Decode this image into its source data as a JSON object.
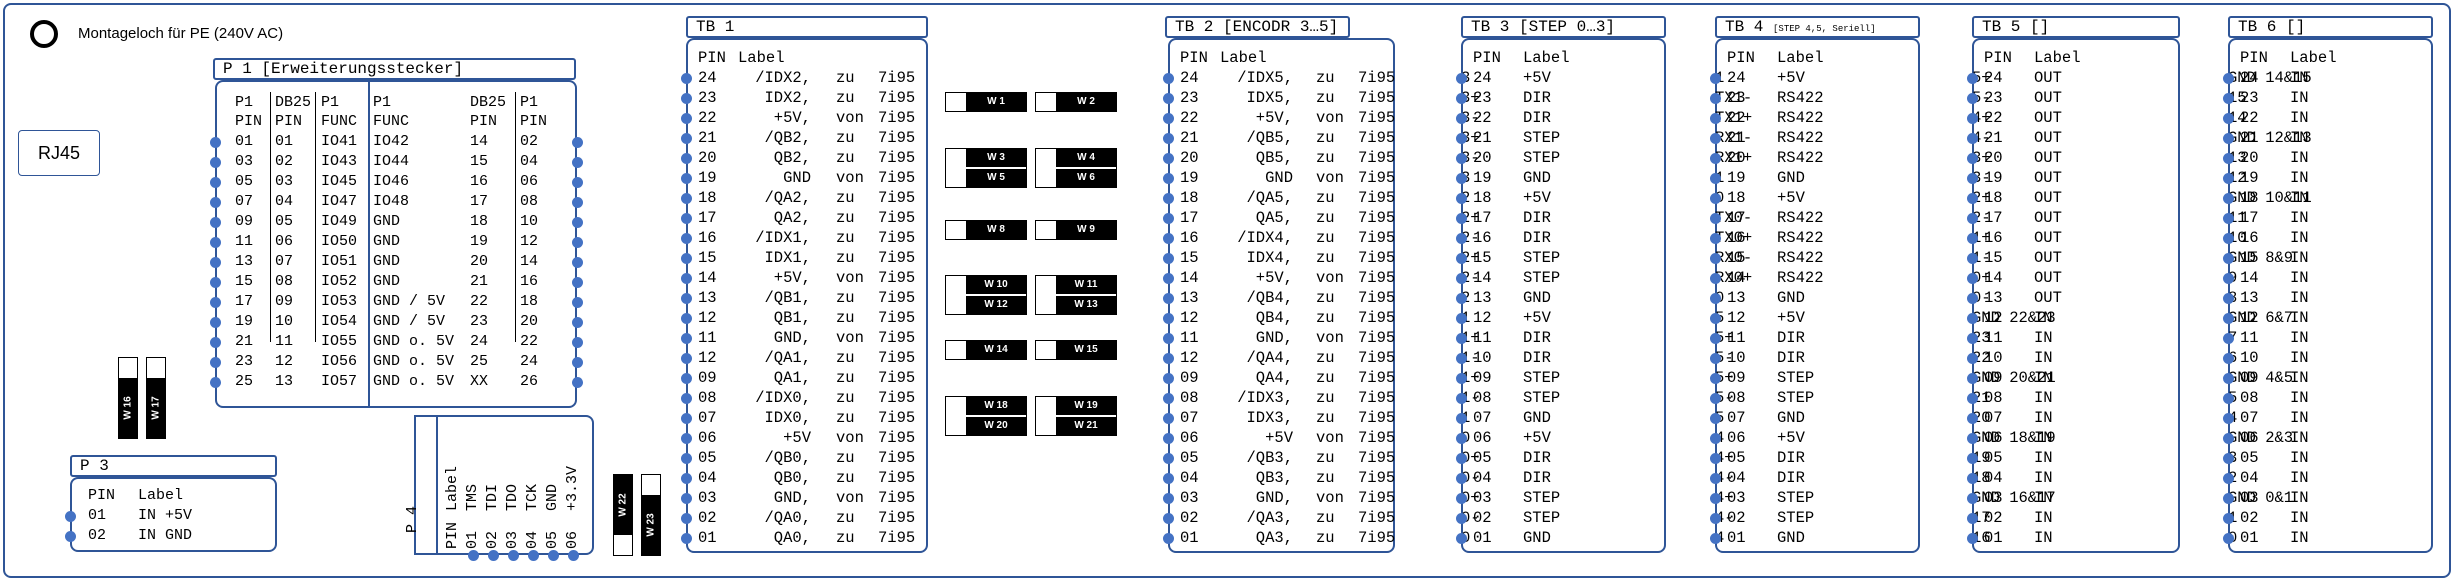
{
  "colors": {
    "outline": "#2f5597",
    "pin_dot": "#4472c4",
    "jumper": "#000000"
  },
  "mounting_hole": {
    "label": "Montageloch für PE (240V AC)"
  },
  "rj45": {
    "label": "RJ45"
  },
  "p1": {
    "title": "P 1 [Erweiterungsstecker]",
    "headers_top": [
      "P1",
      "DB25",
      "P1",
      "P1",
      "DB25",
      "P1"
    ],
    "headers_bottom": [
      "PIN",
      "PIN",
      "FUNC",
      "FUNC",
      "PIN",
      "PIN"
    ],
    "rows": [
      [
        "01",
        "01",
        "IO41",
        "IO42",
        "14",
        "02"
      ],
      [
        "03",
        "02",
        "IO43",
        "IO44",
        "15",
        "04"
      ],
      [
        "05",
        "03",
        "IO45",
        "IO46",
        "16",
        "06"
      ],
      [
        "07",
        "04",
        "IO47",
        "IO48",
        "17",
        "08"
      ],
      [
        "09",
        "05",
        "IO49",
        "GND",
        "18",
        "10"
      ],
      [
        "11",
        "06",
        "IO50",
        "GND",
        "19",
        "12"
      ],
      [
        "13",
        "07",
        "IO51",
        "GND",
        "20",
        "14"
      ],
      [
        "15",
        "08",
        "IO52",
        "GND",
        "21",
        "16"
      ],
      [
        "17",
        "09",
        "IO53",
        "GND / 5V",
        "22",
        "18"
      ],
      [
        "19",
        "10",
        "IO54",
        "GND / 5V",
        "23",
        "20"
      ],
      [
        "21",
        "11",
        "IO55",
        "GND o. 5V",
        "24",
        "22"
      ],
      [
        "23",
        "12",
        "IO56",
        "GND o. 5V",
        "25",
        "24"
      ],
      [
        "25",
        "13",
        "IO57",
        "GND o. 5V",
        "XX",
        "26"
      ]
    ]
  },
  "p3": {
    "title": "P 3",
    "header": [
      "PIN",
      "Label"
    ],
    "rows": [
      [
        "01",
        "IN +5V"
      ],
      [
        "02",
        "IN GND"
      ]
    ]
  },
  "p4": {
    "title": "P 4",
    "labels": [
      "PIN",
      "01",
      "02",
      "03",
      "04",
      "05",
      "06"
    ],
    "values": [
      "Label",
      "TMS",
      "TDI",
      "TDO",
      "TCK",
      "GND",
      "+3.3V"
    ]
  },
  "jumpers": {
    "w1": "W 1",
    "w2": "W 2",
    "w3": "W 3",
    "w4": "W 4",
    "w5": "W 5",
    "w6": "W 6",
    "w8": "W 8",
    "w9": "W 9",
    "w10": "W 10",
    "w11": "W 11",
    "w12": "W 12",
    "w13": "W 13",
    "w14": "W 14",
    "w15": "W 15",
    "w16": "W 16",
    "w17": "W 17",
    "w18": "W 18",
    "w19": "W 19",
    "w20": "W 20",
    "w21": "W 21",
    "w22": "W 22",
    "w23": "W 23"
  },
  "tb1": {
    "title": "TB 1",
    "header": [
      "PIN",
      "Label"
    ],
    "rows": [
      [
        "24",
        "/IDX2,",
        "zu",
        "7i95"
      ],
      [
        "23",
        "IDX2,",
        "zu",
        "7i95"
      ],
      [
        "22",
        "+5V,",
        "von",
        "7i95"
      ],
      [
        "21",
        "/QB2,",
        "zu",
        "7i95"
      ],
      [
        "20",
        "QB2,",
        "zu",
        "7i95"
      ],
      [
        "19",
        "GND",
        "von",
        "7i95"
      ],
      [
        "18",
        "/QA2,",
        "zu",
        "7i95"
      ],
      [
        "17",
        "QA2,",
        "zu",
        "7i95"
      ],
      [
        "16",
        "/IDX1,",
        "zu",
        "7i95"
      ],
      [
        "15",
        "IDX1,",
        "zu",
        "7i95"
      ],
      [
        "14",
        "+5V,",
        "von",
        "7i95"
      ],
      [
        "13",
        "/QB1,",
        "zu",
        "7i95"
      ],
      [
        "12",
        "QB1,",
        "zu",
        "7i95"
      ],
      [
        "11",
        "GND,",
        "von",
        "7i95"
      ],
      [
        "12",
        "/QA1,",
        "zu",
        "7i95"
      ],
      [
        "09",
        "QA1,",
        "zu",
        "7i95"
      ],
      [
        "08",
        "/IDX0,",
        "zu",
        "7i95"
      ],
      [
        "07",
        "IDX0,",
        "zu",
        "7i95"
      ],
      [
        "06",
        "+5V",
        "von",
        "7i95"
      ],
      [
        "05",
        "/QB0,",
        "zu",
        "7i95"
      ],
      [
        "04",
        "QB0,",
        "zu",
        "7i95"
      ],
      [
        "03",
        "GND,",
        "von",
        "7i95"
      ],
      [
        "02",
        "/QA0,",
        "zu",
        "7i95"
      ],
      [
        "01",
        "QA0,",
        "zu",
        "7i95"
      ]
    ]
  },
  "tb2": {
    "title": "TB 2 [ENCODR 3…5]",
    "header": [
      "PIN",
      "Label"
    ],
    "rows": [
      [
        "24",
        "/IDX5,",
        "zu",
        "7i95"
      ],
      [
        "23",
        "IDX5,",
        "zu",
        "7i95"
      ],
      [
        "22",
        "+5V,",
        "von",
        "7i95"
      ],
      [
        "21",
        "/QB5,",
        "zu",
        "7i95"
      ],
      [
        "20",
        "QB5,",
        "zu",
        "7i95"
      ],
      [
        "19",
        "GND",
        "von",
        "7i95"
      ],
      [
        "18",
        "/QA5,",
        "zu",
        "7i95"
      ],
      [
        "17",
        "QA5,",
        "zu",
        "7i95"
      ],
      [
        "16",
        "/IDX4,",
        "zu",
        "7i95"
      ],
      [
        "15",
        "IDX4,",
        "zu",
        "7i95"
      ],
      [
        "14",
        "+5V,",
        "von",
        "7i95"
      ],
      [
        "13",
        "/QB4,",
        "zu",
        "7i95"
      ],
      [
        "12",
        "QB4,",
        "zu",
        "7i95"
      ],
      [
        "11",
        "GND,",
        "von",
        "7i95"
      ],
      [
        "12",
        "/QA4,",
        "zu",
        "7i95"
      ],
      [
        "09",
        "QA4,",
        "zu",
        "7i95"
      ],
      [
        "08",
        "/IDX3,",
        "zu",
        "7i95"
      ],
      [
        "07",
        "IDX3,",
        "zu",
        "7i95"
      ],
      [
        "06",
        "+5V",
        "von",
        "7i95"
      ],
      [
        "05",
        "/QB3,",
        "zu",
        "7i95"
      ],
      [
        "04",
        "QB3,",
        "zu",
        "7i95"
      ],
      [
        "03",
        "GND,",
        "von",
        "7i95"
      ],
      [
        "02",
        "/QA3,",
        "zu",
        "7i95"
      ],
      [
        "01",
        "QA3,",
        "zu",
        "7i95"
      ]
    ]
  },
  "tb3": {
    "title": "TB 3 [STEP 0…3]",
    "header": [
      "PIN",
      "Label"
    ],
    "rows": [
      [
        "24",
        "+5V",
        "3"
      ],
      [
        "23",
        "DIR",
        "3+"
      ],
      [
        "22",
        "DIR",
        "3-"
      ],
      [
        "21",
        "STEP",
        "3+"
      ],
      [
        "20",
        "STEP",
        "3-"
      ],
      [
        "19",
        "GND",
        "3"
      ],
      [
        "18",
        "+5V",
        "2"
      ],
      [
        "17",
        "DIR",
        "2+"
      ],
      [
        "16",
        "DIR",
        "2-"
      ],
      [
        "15",
        "STEP",
        "2+"
      ],
      [
        "14",
        "STEP",
        "2-"
      ],
      [
        "13",
        "GND",
        "2"
      ],
      [
        "12",
        "+5V",
        "1"
      ],
      [
        "11",
        "DIR",
        "1+"
      ],
      [
        "10",
        "DIR",
        "1-"
      ],
      [
        "09",
        "STEP",
        "1+"
      ],
      [
        "08",
        "STEP",
        "1-"
      ],
      [
        "07",
        "GND",
        "1"
      ],
      [
        "06",
        "+5V",
        "0"
      ],
      [
        "05",
        "DIR",
        "0+"
      ],
      [
        "04",
        "DIR",
        "0-"
      ],
      [
        "03",
        "STEP",
        "0+"
      ],
      [
        "02",
        "STEP",
        "0-"
      ],
      [
        "01",
        "GND",
        "0"
      ]
    ]
  },
  "tb4": {
    "title": "TB 4",
    "title_small": "[STEP 4,5, Seriell]",
    "header": [
      "PIN",
      "Label"
    ],
    "rows": [
      [
        "24",
        "+5V",
        "1"
      ],
      [
        "23",
        "RS422",
        "TX1-"
      ],
      [
        "22",
        "RS422",
        "TX1+"
      ],
      [
        "21",
        "RS422",
        "RX1-"
      ],
      [
        "20",
        "RS422",
        "RX1+"
      ],
      [
        "19",
        "GND",
        "1"
      ],
      [
        "18",
        "+5V",
        "0"
      ],
      [
        "17",
        "RS422",
        "TX0-"
      ],
      [
        "16",
        "RS422",
        "TX0+"
      ],
      [
        "15",
        "RS422",
        "RX0-"
      ],
      [
        "14",
        "RS422",
        "RX0+"
      ],
      [
        "13",
        "GND",
        "0"
      ],
      [
        "12",
        "+5V",
        "5"
      ],
      [
        "11",
        "DIR",
        "5+"
      ],
      [
        "10",
        "DIR",
        "5-"
      ],
      [
        "09",
        "STEP",
        "5+"
      ],
      [
        "08",
        "STEP",
        "5-"
      ],
      [
        "07",
        "GND",
        "5"
      ],
      [
        "06",
        "+5V",
        "4"
      ],
      [
        "05",
        "DIR",
        "4+"
      ],
      [
        "04",
        "DIR",
        "4-"
      ],
      [
        "03",
        "STEP",
        "4+"
      ],
      [
        "02",
        "STEP",
        "4-"
      ],
      [
        "01",
        "GND",
        "4"
      ]
    ]
  },
  "tb5": {
    "title": "TB 5 []",
    "header": [
      "PIN",
      "Label"
    ],
    "rows": [
      [
        "24",
        "OUT",
        "5+"
      ],
      [
        "23",
        "OUT",
        "5-"
      ],
      [
        "22",
        "OUT",
        "4+"
      ],
      [
        "21",
        "OUT",
        "4-"
      ],
      [
        "20",
        "OUT",
        "3+"
      ],
      [
        "19",
        "OUT",
        "3-"
      ],
      [
        "18",
        "OUT",
        "2+"
      ],
      [
        "17",
        "OUT",
        "2-"
      ],
      [
        "16",
        "OUT",
        "1+"
      ],
      [
        "15",
        "OUT",
        "1-"
      ],
      [
        "14",
        "OUT",
        "0+"
      ],
      [
        "13",
        "OUT",
        "0-"
      ],
      [
        "12",
        "IN",
        "GND 22&23"
      ],
      [
        "11",
        "IN",
        "23"
      ],
      [
        "10",
        "IN",
        "22"
      ],
      [
        "09",
        "IN",
        "GND 20&21"
      ],
      [
        "08",
        "IN",
        "21"
      ],
      [
        "07",
        "IN",
        "20"
      ],
      [
        "06",
        "IN",
        "GND 18&19"
      ],
      [
        "05",
        "IN",
        "19"
      ],
      [
        "04",
        "IN",
        "18"
      ],
      [
        "03",
        "IN",
        "GND 16&17"
      ],
      [
        "02",
        "IN",
        "17"
      ],
      [
        "01",
        "IN",
        "16"
      ]
    ]
  },
  "tb6": {
    "title": "TB 6 []",
    "header": [
      "PIN",
      "Label"
    ],
    "rows": [
      [
        "24",
        "IN",
        "GND 14&15"
      ],
      [
        "23",
        "IN",
        "15"
      ],
      [
        "22",
        "IN",
        "14"
      ],
      [
        "21",
        "IN",
        "GND 12&13"
      ],
      [
        "20",
        "IN",
        "13"
      ],
      [
        "19",
        "IN",
        "12"
      ],
      [
        "18",
        "IN",
        "GND 10&11"
      ],
      [
        "17",
        "IN",
        "11"
      ],
      [
        "16",
        "IN",
        "10"
      ],
      [
        "15",
        "IN",
        "GND 8&9"
      ],
      [
        "14",
        "IN",
        "9"
      ],
      [
        "13",
        "IN",
        "8"
      ],
      [
        "12",
        "IN",
        "GND 6&7"
      ],
      [
        "11",
        "IN",
        "7"
      ],
      [
        "10",
        "IN",
        "6"
      ],
      [
        "09",
        "IN",
        "GND 4&5"
      ],
      [
        "08",
        "IN",
        "5"
      ],
      [
        "07",
        "IN",
        "4"
      ],
      [
        "06",
        "IN",
        "GND 2&3"
      ],
      [
        "05",
        "IN",
        "3"
      ],
      [
        "04",
        "IN",
        "2"
      ],
      [
        "03",
        "IN",
        "GND 0&1"
      ],
      [
        "02",
        "IN",
        "1"
      ],
      [
        "01",
        "IN",
        "0"
      ]
    ]
  }
}
